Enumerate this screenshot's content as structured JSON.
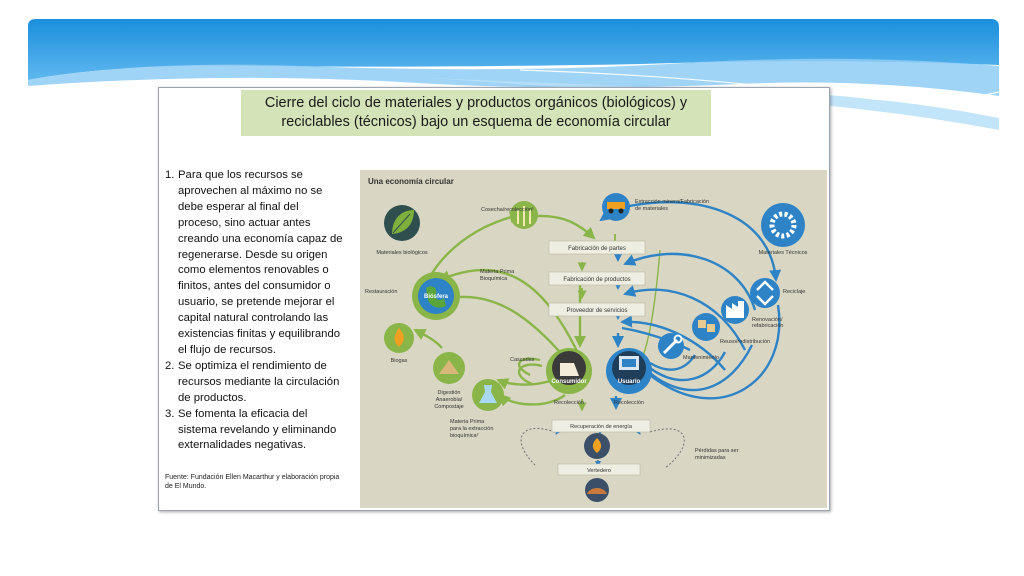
{
  "slide": {
    "title": "Cierre del ciclo de materiales y productos orgánicos (biológicos) y\nreciclables (técnicos) bajo un esquema de economía circular",
    "points": [
      {
        "num": "1.",
        "text": "Para que los recursos se aprovechen al máximo no se debe esperar al final del proceso, sino actuar antes creando una economía capaz de regenerarse. Desde su origen como elementos renovables o finitos, antes del consumidor o usuario, se pretende mejorar el capital natural controlando las existencias finitas y equilibrando el flujo de recursos."
      },
      {
        "num": "2.",
        "text": "Se optimiza el rendimiento de recursos mediante la circulación de productos."
      },
      {
        "num": "3.",
        "text": "Se fomenta la eficacia del sistema revelando y eliminando externalidades negativas."
      }
    ],
    "source": "Fuente: Fundación Ellen Macarthur y elaboración propia de El Mundo."
  },
  "diagram": {
    "title": "Una economía circular",
    "colors": {
      "background": "#d9d7c3",
      "bio": "#8ab548",
      "tech": "#2d83c6",
      "box": "#efeee2",
      "dark": "#3b5068"
    },
    "labels": {
      "cosecha": "Cosecha/recolección¹",
      "extraccion_1": "Extracción minera/Fabricación",
      "extraccion_2": "de materiales",
      "materiales_bio": "Materiales biológicos",
      "materiales_tec": "Materiales Técnicos",
      "restauracion": "Restauración",
      "biosfera": "Biósfera",
      "mp_bio_1": "Materia Prima",
      "mp_bio_2": "Bioquímica",
      "reciclaje": "Reciclaje",
      "renovacion_1": "Renovación/",
      "renovacion_2": "refabricación",
      "reuso": "Reuso/redistribución",
      "mantenimiento": "Mantenimiento",
      "biogas": "Biogas",
      "cascadas": "Cascadas",
      "consumidor": "Consumidor",
      "usuario": "Usuario",
      "digestion_1": "Digestión",
      "digestion_2": "Anaerobia/",
      "digestion_3": "Compostaje",
      "recoleccion_bio": "Recolección",
      "recoleccion_tec": "Recolección",
      "mp_extr_1": "Materia Prima",
      "mp_extr_2": "para la extracción",
      "mp_extr_3": "bioquímica²",
      "recuperacion": "Recuperación de energía",
      "perdidas_1": "Pérdidas para ser",
      "perdidas_2": "minimizadas",
      "vertedero": "Vertedero"
    },
    "chain": [
      "Fabricación de partes",
      "Fabricación de productos",
      "Proveedor de servicios"
    ],
    "icons": [
      "leaf-icon",
      "wheat-icon",
      "globe-icon",
      "flame-icon",
      "compost-icon",
      "flask-icon",
      "truck-icon",
      "gear-icon",
      "recycle-icon",
      "factory-icon",
      "boxes-icon",
      "wrench-icon",
      "consumer-icon",
      "user-icon",
      "landfill-icon"
    ]
  }
}
